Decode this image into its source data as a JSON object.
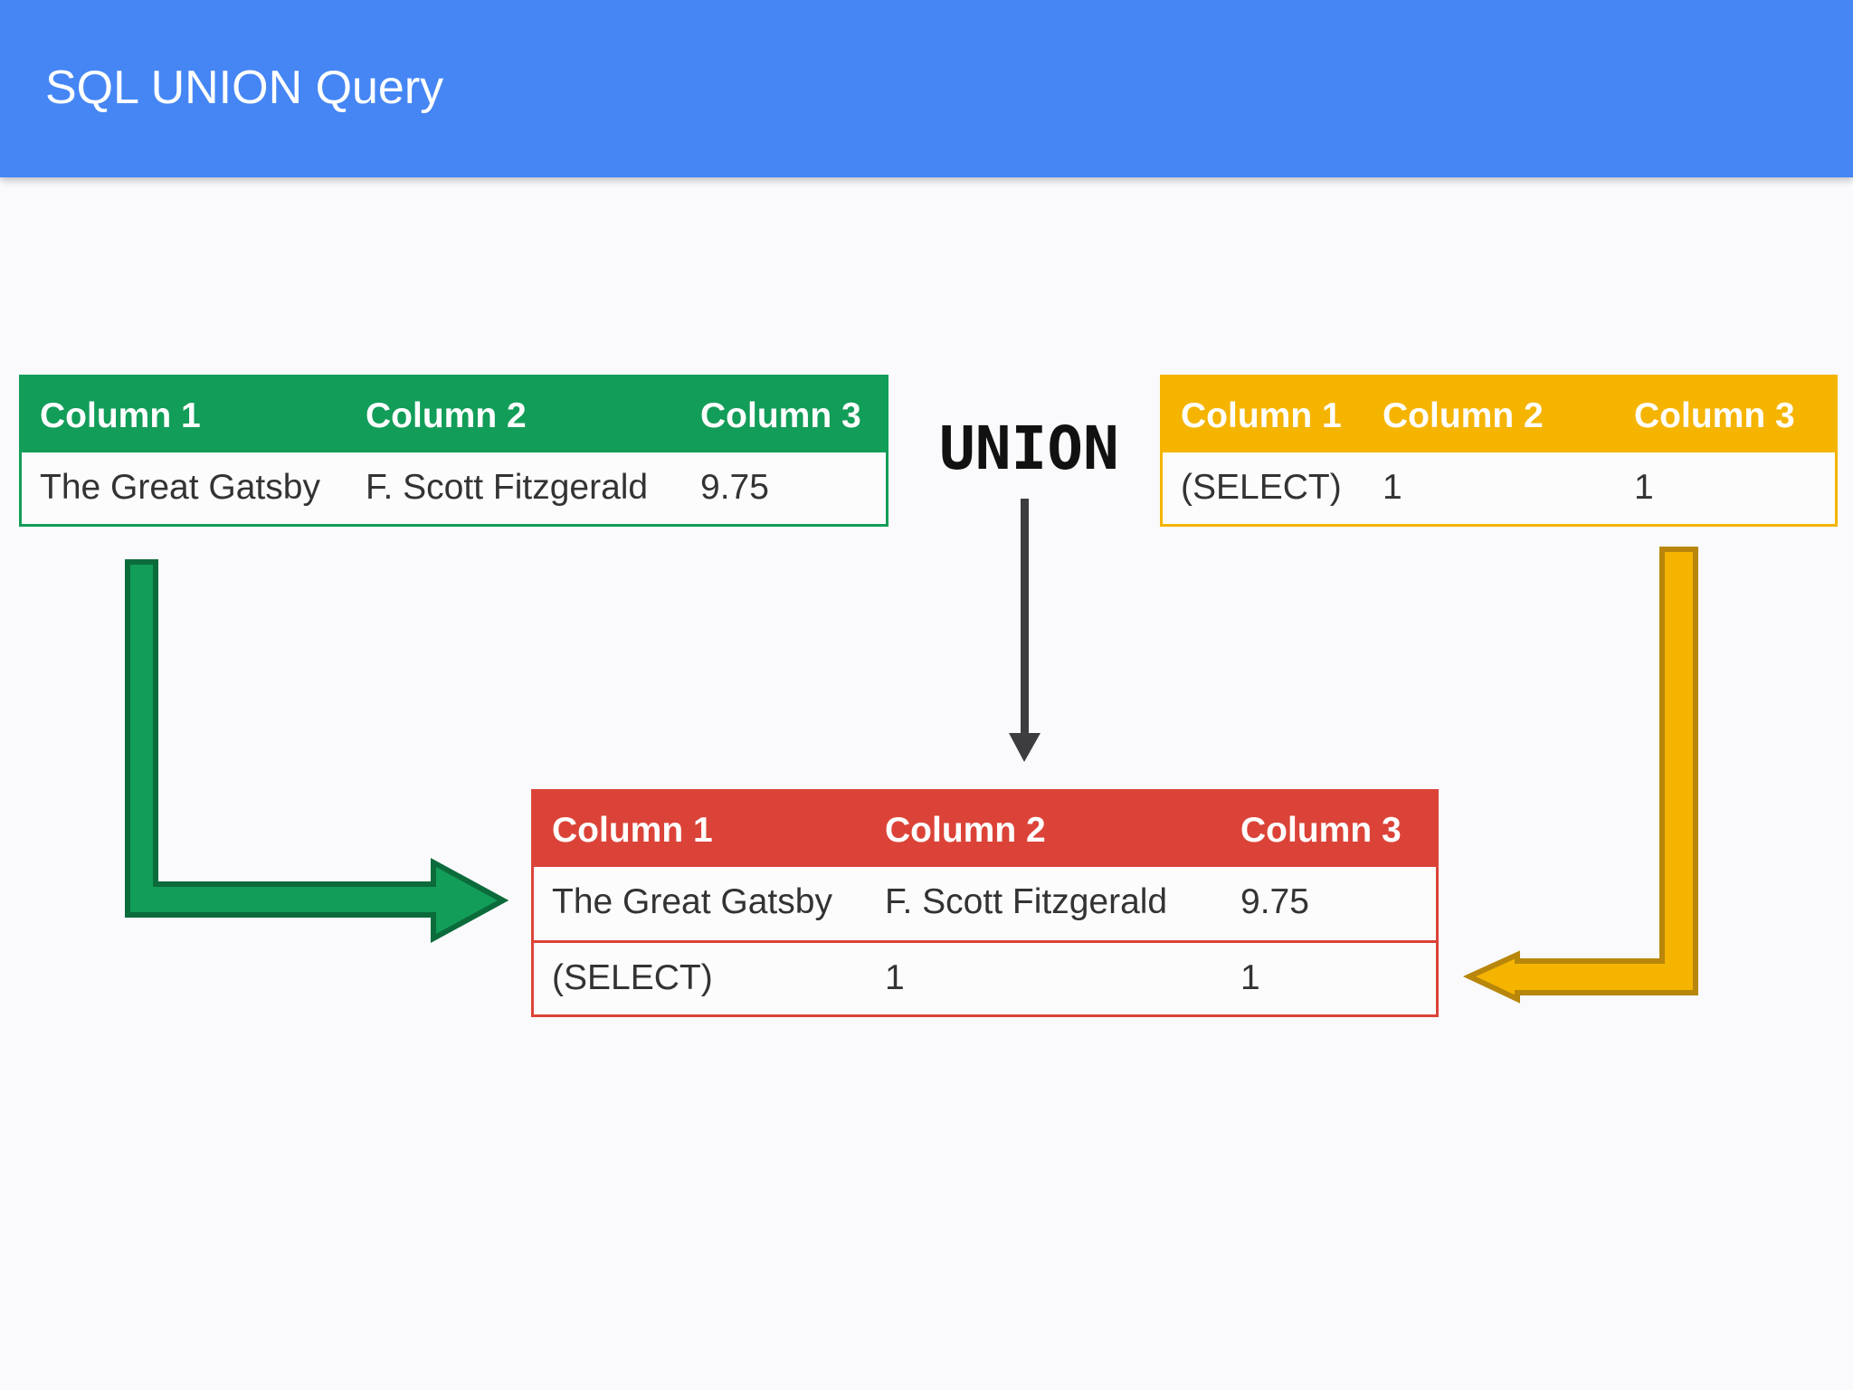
{
  "header": {
    "title": "SQL UNION Query"
  },
  "union_label": "UNION",
  "colors": {
    "header": "#4586f4",
    "green": "#129d58",
    "yellow": "#f5b400",
    "red": "#dc4338",
    "arrow_dark": "#3d3d3f"
  },
  "table_left": {
    "headers": [
      "Column 1",
      "Column 2",
      "Column 3"
    ],
    "rows": [
      [
        "The Great Gatsby",
        "F. Scott Fitzgerald",
        "9.75"
      ]
    ]
  },
  "table_right": {
    "headers": [
      "Column 1",
      "Column 2",
      "Column 3"
    ],
    "rows": [
      [
        "(SELECT)",
        "1",
        "1"
      ]
    ]
  },
  "table_result": {
    "headers": [
      "Column 1",
      "Column 2",
      "Column 3"
    ],
    "rows": [
      [
        "The Great Gatsby",
        "F. Scott Fitzgerald",
        "9.75"
      ],
      [
        "(SELECT)",
        "1",
        "1"
      ]
    ]
  },
  "arrows": [
    {
      "name": "green-arrow",
      "from": "table_left",
      "to": "table_result"
    },
    {
      "name": "union-down-arrow",
      "from": "union_label",
      "to": "table_result"
    },
    {
      "name": "yellow-arrow",
      "from": "table_right",
      "to": "table_result"
    }
  ]
}
